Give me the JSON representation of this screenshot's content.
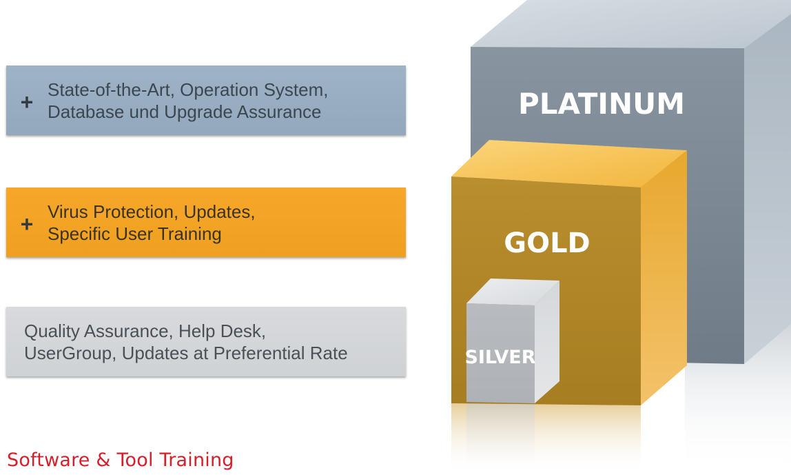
{
  "bars": {
    "platinum": {
      "prefix": "+",
      "line1": "State-of-the-Art, Operation System,",
      "line2": "Database und Upgrade Assurance"
    },
    "gold": {
      "prefix": "+",
      "line1": "Virus Protection, Updates,",
      "line2": "Specific User Training"
    },
    "silver": {
      "line1": "Quality Assurance, Help Desk,",
      "line2": "UserGroup, Updates at Preferential Rate"
    }
  },
  "cubes": {
    "platinum": "PLATINUM",
    "gold": "GOLD",
    "silver": "SILVER"
  },
  "footer": "Software & Tool Training",
  "colors": {
    "platinum_bar": "#9fb3c7",
    "gold_bar": "#f6a72a",
    "silver_bar": "#d8dadd",
    "footer_red": "#d61f2a",
    "platinum_cube": "#7d8994",
    "gold_cube": "#b58a2c",
    "silver_cube": "#b9bcbf"
  }
}
